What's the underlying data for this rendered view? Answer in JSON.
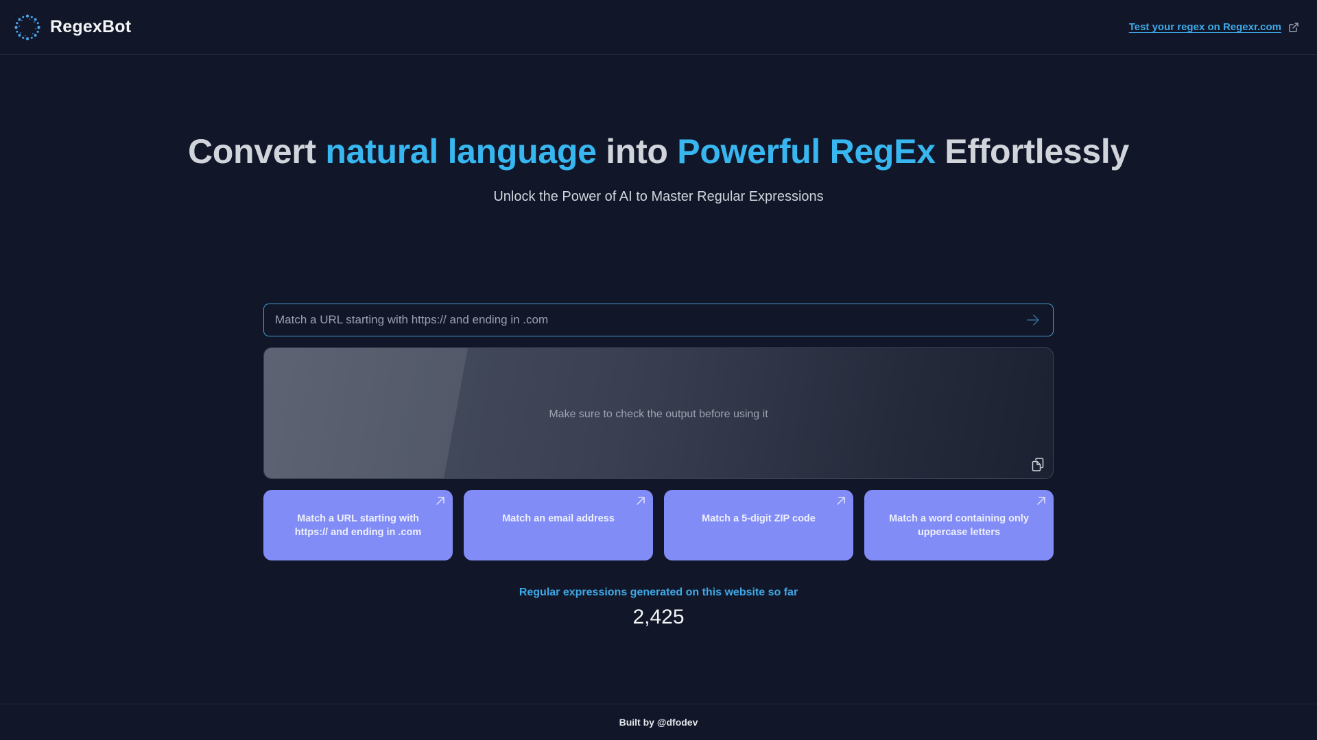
{
  "header": {
    "brand_name": "RegexBot",
    "logo_icon": "dotted-ring-logo",
    "external_link_label": "Test your regex on Regexr.com",
    "external_link_icon": "external-link-icon"
  },
  "hero": {
    "title_parts": [
      "Convert ",
      "natural language",
      " into ",
      "Powerful RegEx",
      " Effortlessly"
    ],
    "subtitle": "Unlock the Power of AI to Master Regular Expressions"
  },
  "prompt": {
    "placeholder": "Match a URL starting with https:// and ending in .com",
    "value": "",
    "submit_icon": "arrow-right-icon"
  },
  "output": {
    "placeholder_text": "Make sure to check the output before using it",
    "copy_icon": "copy-icon"
  },
  "examples": [
    {
      "label": "Match a URL starting with https:// and ending in .com"
    },
    {
      "label": "Match an email address"
    },
    {
      "label": "Match a 5-digit ZIP code"
    },
    {
      "label": "Match a word containing only uppercase letters"
    }
  ],
  "counter": {
    "label": "Regular expressions generated on this website so far",
    "value": "2,425"
  },
  "footer": {
    "text": "Built by @dfodev"
  },
  "colors": {
    "background": "#111729",
    "accent_blue": "#38b6f0",
    "link_blue": "#3fa9e8",
    "card_purple": "#818cf7",
    "input_border": "#4a9fd1"
  }
}
